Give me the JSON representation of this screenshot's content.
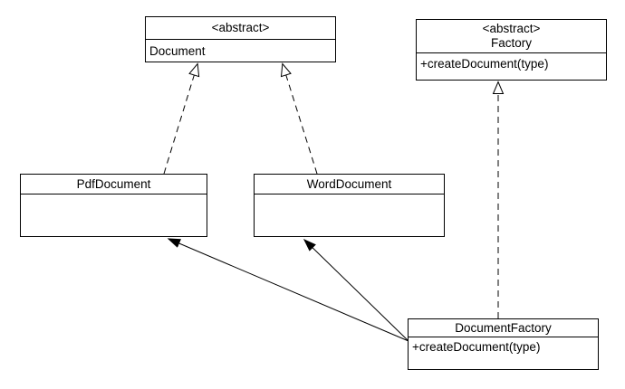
{
  "diagram": {
    "background_color": "#ffffff",
    "line_color": "#000000",
    "classes": {
      "document": {
        "stereotype": "<abstract>",
        "name": "Document"
      },
      "factory": {
        "stereotype": "<abstract>",
        "name": "Factory",
        "method": "+createDocument(type)"
      },
      "pdf_document": {
        "name": "PdfDocument"
      },
      "word_document": {
        "name": "WordDocument"
      },
      "document_factory": {
        "name": "DocumentFactory",
        "method": "+createDocument(type)"
      }
    },
    "relationships": [
      {
        "from": "PdfDocument",
        "to": "Document",
        "type": "realization",
        "line": "dashed",
        "head": "hollow-triangle"
      },
      {
        "from": "WordDocument",
        "to": "Document",
        "type": "realization",
        "line": "dashed",
        "head": "hollow-triangle"
      },
      {
        "from": "DocumentFactory",
        "to": "Factory",
        "type": "realization",
        "line": "dashed",
        "head": "hollow-triangle"
      },
      {
        "from": "DocumentFactory",
        "to": "PdfDocument",
        "type": "dependency",
        "line": "solid",
        "head": "filled-triangle"
      },
      {
        "from": "DocumentFactory",
        "to": "WordDocument",
        "type": "dependency",
        "line": "solid",
        "head": "filled-triangle"
      }
    ]
  }
}
